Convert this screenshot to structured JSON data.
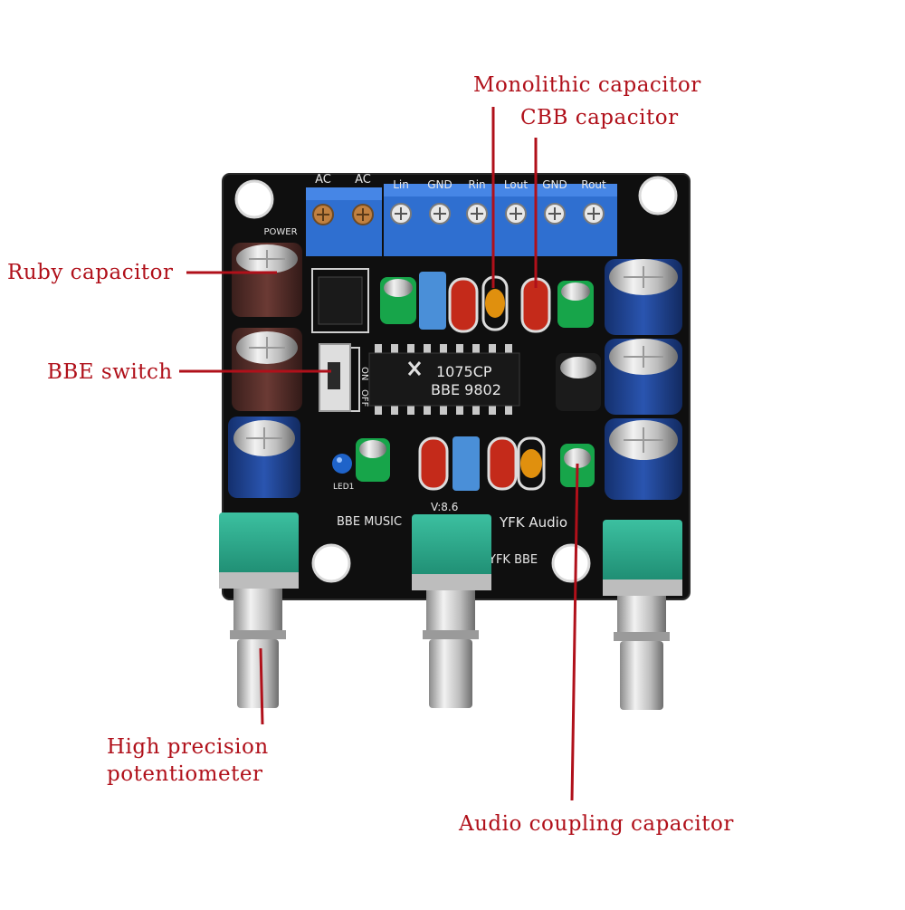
{
  "callouts": {
    "monolithic": "Monolithic capacitor",
    "cbb": "CBB capacitor",
    "ruby": "Ruby capacitor",
    "bbe_switch": "BBE switch",
    "pot_line1": "High precision",
    "pot_line2": "potentiometer",
    "coupling": "Audio coupling capacitor"
  },
  "board_labels": {
    "ac1": "AC",
    "ac2": "AC",
    "lin": "Lin",
    "gnd1": "GND",
    "rin": "Rin",
    "lout": "Lout",
    "gnd2": "GND",
    "rout": "Rout",
    "power": "POWER",
    "on": "ON",
    "off": "OFF",
    "chip_line1": "1075CP",
    "chip_line2": "BBE 9802",
    "led": "LED1",
    "version": "V:8.6",
    "bbe_music": "BBE MUSIC",
    "yfk_audio": "YFK Audio",
    "yfk_bbe": "YFK  BBE"
  },
  "colors": {
    "callout_red": "#b0101a",
    "pcb": "#0e0e0e",
    "terminal_blue": "#2f6fd0",
    "pot_green": "#2aa58a",
    "electrolytic_blue": "#1d3f8f"
  }
}
